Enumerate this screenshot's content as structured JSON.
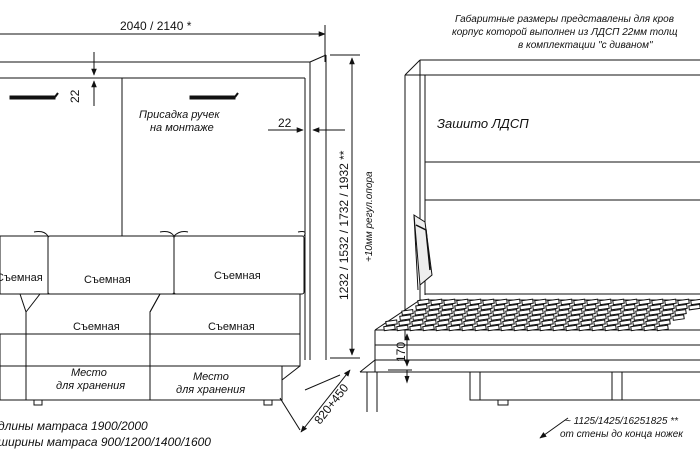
{
  "dims": {
    "total_width": "2040 / 2140 *",
    "gap_top": "22",
    "gap_side": "22",
    "heights": "1232 / 1532 / 1732 / 1932 **",
    "support_note": "+10мм регул.опора",
    "depth": "820+450",
    "bed_height": "170"
  },
  "labels": {
    "handle_note_1": "Присадка ручек",
    "handle_note_2": "на монтаже",
    "removable": "Съемная",
    "storage_1": "Место",
    "storage_2": "для хранения",
    "back_panel": "Зашито ЛДСП"
  },
  "notes": {
    "overall_1": "Габаритные размеры представлены для кров",
    "overall_2": "корпус которой выполнен из ЛДСП 22мм толщ",
    "overall_3": "в комплектации \"с диваном\"",
    "mattress_length": "длины матраса 1900/2000",
    "mattress_width": "ширины матраса 900/1200/1400/1600",
    "leg_distance": "~ 1125/1425/16251825 **",
    "leg_distance_2": "от стены до конца ножек"
  }
}
